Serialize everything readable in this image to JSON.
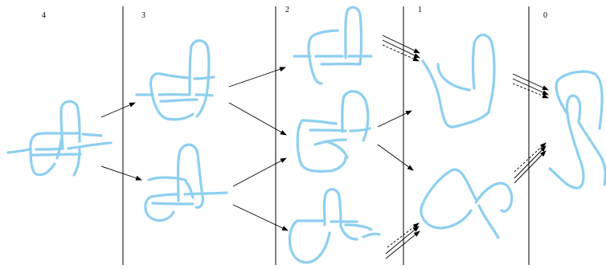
{
  "columns": [
    {
      "label": "4"
    },
    {
      "label": "3"
    },
    {
      "label": "2"
    },
    {
      "label": "1"
    },
    {
      "label": "0"
    }
  ],
  "colors": {
    "strand": "#8ecff0",
    "line": "#000000"
  }
}
